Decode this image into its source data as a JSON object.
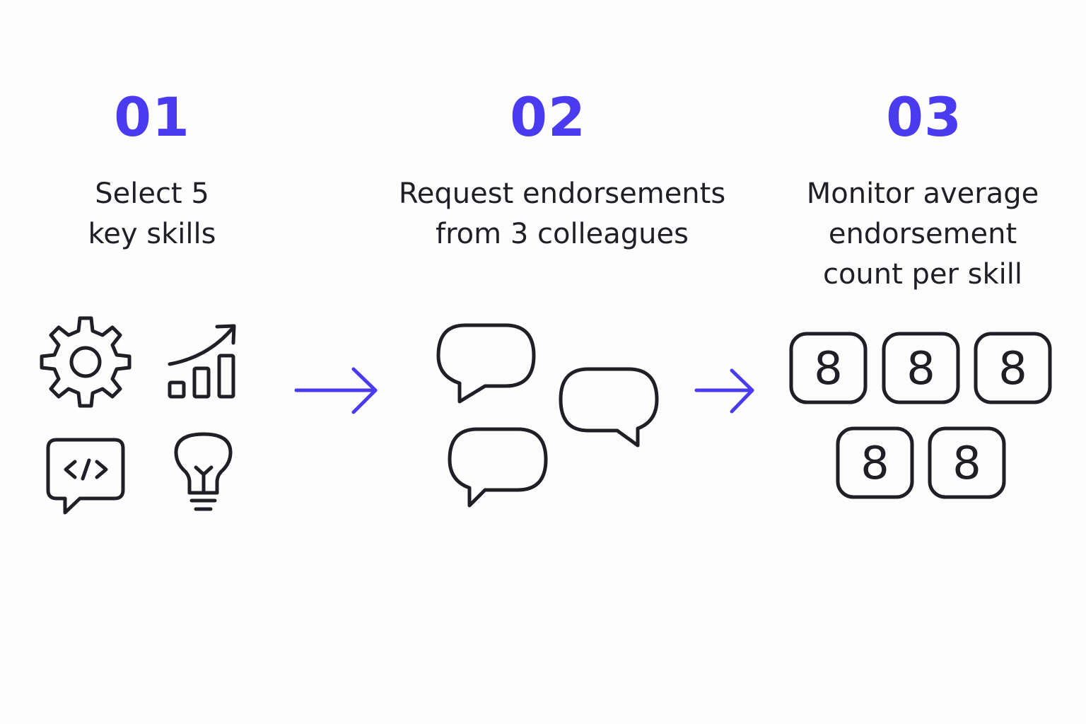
{
  "steps": [
    {
      "number": "01",
      "text_lines": [
        "Select 5",
        "key skills"
      ],
      "icons": [
        "gear-icon",
        "growth-chart-icon",
        "code-chat-icon",
        "lightbulb-icon"
      ]
    },
    {
      "number": "02",
      "text_lines": [
        "Request endorsements",
        "from 3 colleagues"
      ],
      "icons": [
        "speech-bubble-icon",
        "speech-bubble-icon",
        "speech-bubble-icon"
      ]
    },
    {
      "number": "03",
      "text_lines": [
        "Monitor average",
        "endorsement",
        "count per skill"
      ],
      "counters": [
        "8",
        "8",
        "8",
        "8",
        "8"
      ]
    }
  ],
  "arrows": [
    "arrow-right-icon",
    "arrow-right-icon"
  ],
  "colors": {
    "accent": "#4a3af0",
    "ink": "#1f1f26",
    "background": "#fdfdfd"
  }
}
